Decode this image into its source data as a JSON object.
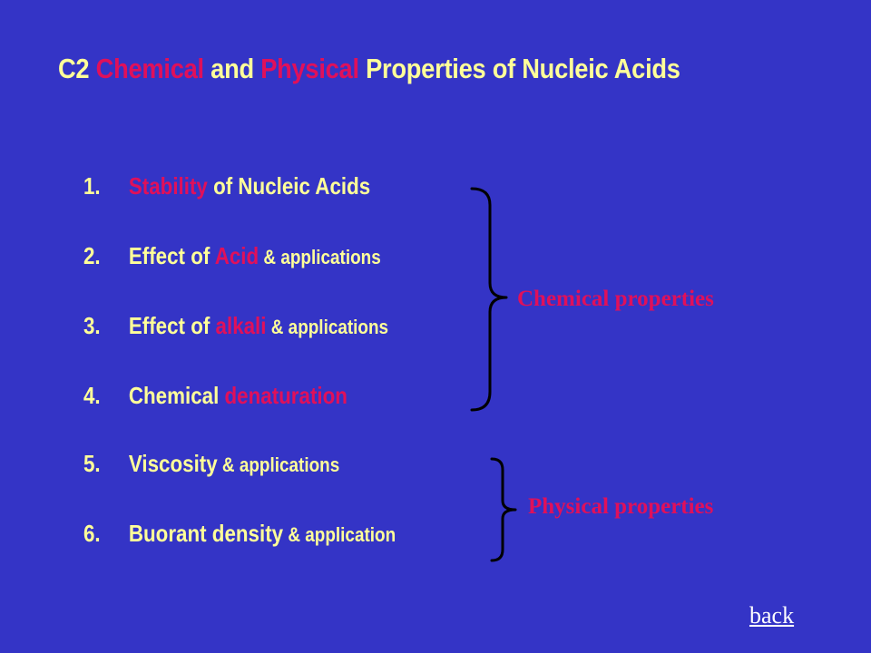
{
  "slide": {
    "title": {
      "prefix": "C2 ",
      "word_chemical": "Chemical",
      "and": " and ",
      "word_physical": "Physical",
      "suffix": " Properties of Nucleic Acids"
    },
    "items": [
      {
        "number": "1.",
        "parts": [
          {
            "text": "Stability",
            "style": "accent"
          },
          {
            "text": " of Nucleic Acids",
            "style": "plain"
          }
        ]
      },
      {
        "number": "2.",
        "parts": [
          {
            "text": "Effect of ",
            "style": "plain"
          },
          {
            "text": "Acid",
            "style": "accent"
          },
          {
            "text": " & applications",
            "style": "small"
          }
        ]
      },
      {
        "number": "3.",
        "parts": [
          {
            "text": "Effect of ",
            "style": "plain"
          },
          {
            "text": "alkali",
            "style": "accent"
          },
          {
            "text": " & applications",
            "style": "small"
          }
        ]
      },
      {
        "number": "4.",
        "parts": [
          {
            "text": "Chemical ",
            "style": "plain"
          },
          {
            "text": "denaturation",
            "style": "accent"
          }
        ]
      },
      {
        "number": "5.",
        "parts": [
          {
            "text": "Viscosity",
            "style": "plain"
          },
          {
            "text": " & applications",
            "style": "small"
          }
        ]
      },
      {
        "number": "6.",
        "parts": [
          {
            "text": "Buorant density",
            "style": "plain"
          },
          {
            "text": " & application",
            "style": "small"
          }
        ]
      }
    ],
    "groups": {
      "chemical_label": "Chemical properties",
      "physical_label": "Physical properties"
    },
    "back_link": "back",
    "colors": {
      "background": "#3434c6",
      "title_text": "#ffff99",
      "accent": "#e0105a",
      "link": "#ffffff",
      "brace": "#000000"
    }
  }
}
